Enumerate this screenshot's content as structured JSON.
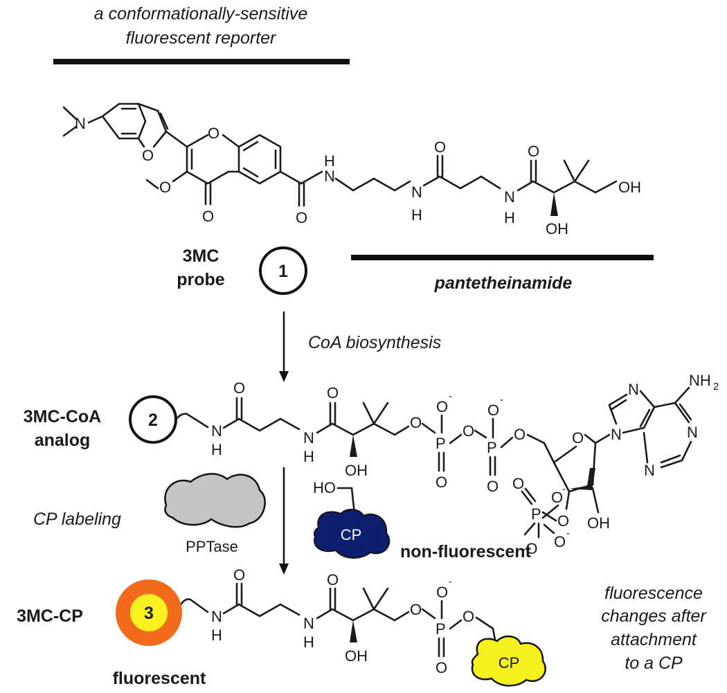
{
  "header": {
    "line1": "a conformationally-sensitive",
    "line2": "fluorescent reporter"
  },
  "probe": {
    "number": "1",
    "name_line1": "3MC",
    "name_line2": "probe",
    "pantetheinamide": "pantetheinamide"
  },
  "step1": {
    "label": "CoA biosynthesis"
  },
  "coa_analog": {
    "number": "2",
    "name_line1": "3MC-CoA",
    "name_line2": "analog"
  },
  "step2": {
    "label": "CP labeling",
    "enzyme": "PPTase",
    "carrier": "CP",
    "carrier_state": "non-fluorescent"
  },
  "product": {
    "number": "3",
    "name": "3MC-CP",
    "state": "fluorescent",
    "carrier": "CP",
    "note_lines": [
      "fluorescence",
      "changes after",
      "attachment",
      "to a CP"
    ]
  },
  "atoms": {
    "N": "N",
    "O": "O",
    "H": "H",
    "P": "P",
    "OH": "OH",
    "HO": "HO",
    "NH2_main": "NH",
    "NH2_sub": "2",
    "neg": "-",
    "neg_o": "-O"
  },
  "colors": {
    "cp_dark": "#0d1f6e",
    "cp_yellow": "#f7f01f",
    "pptase_gray": "#c4c4c4",
    "ring_orange": "#f26b1d",
    "core_yellow": "#fbf11f"
  }
}
